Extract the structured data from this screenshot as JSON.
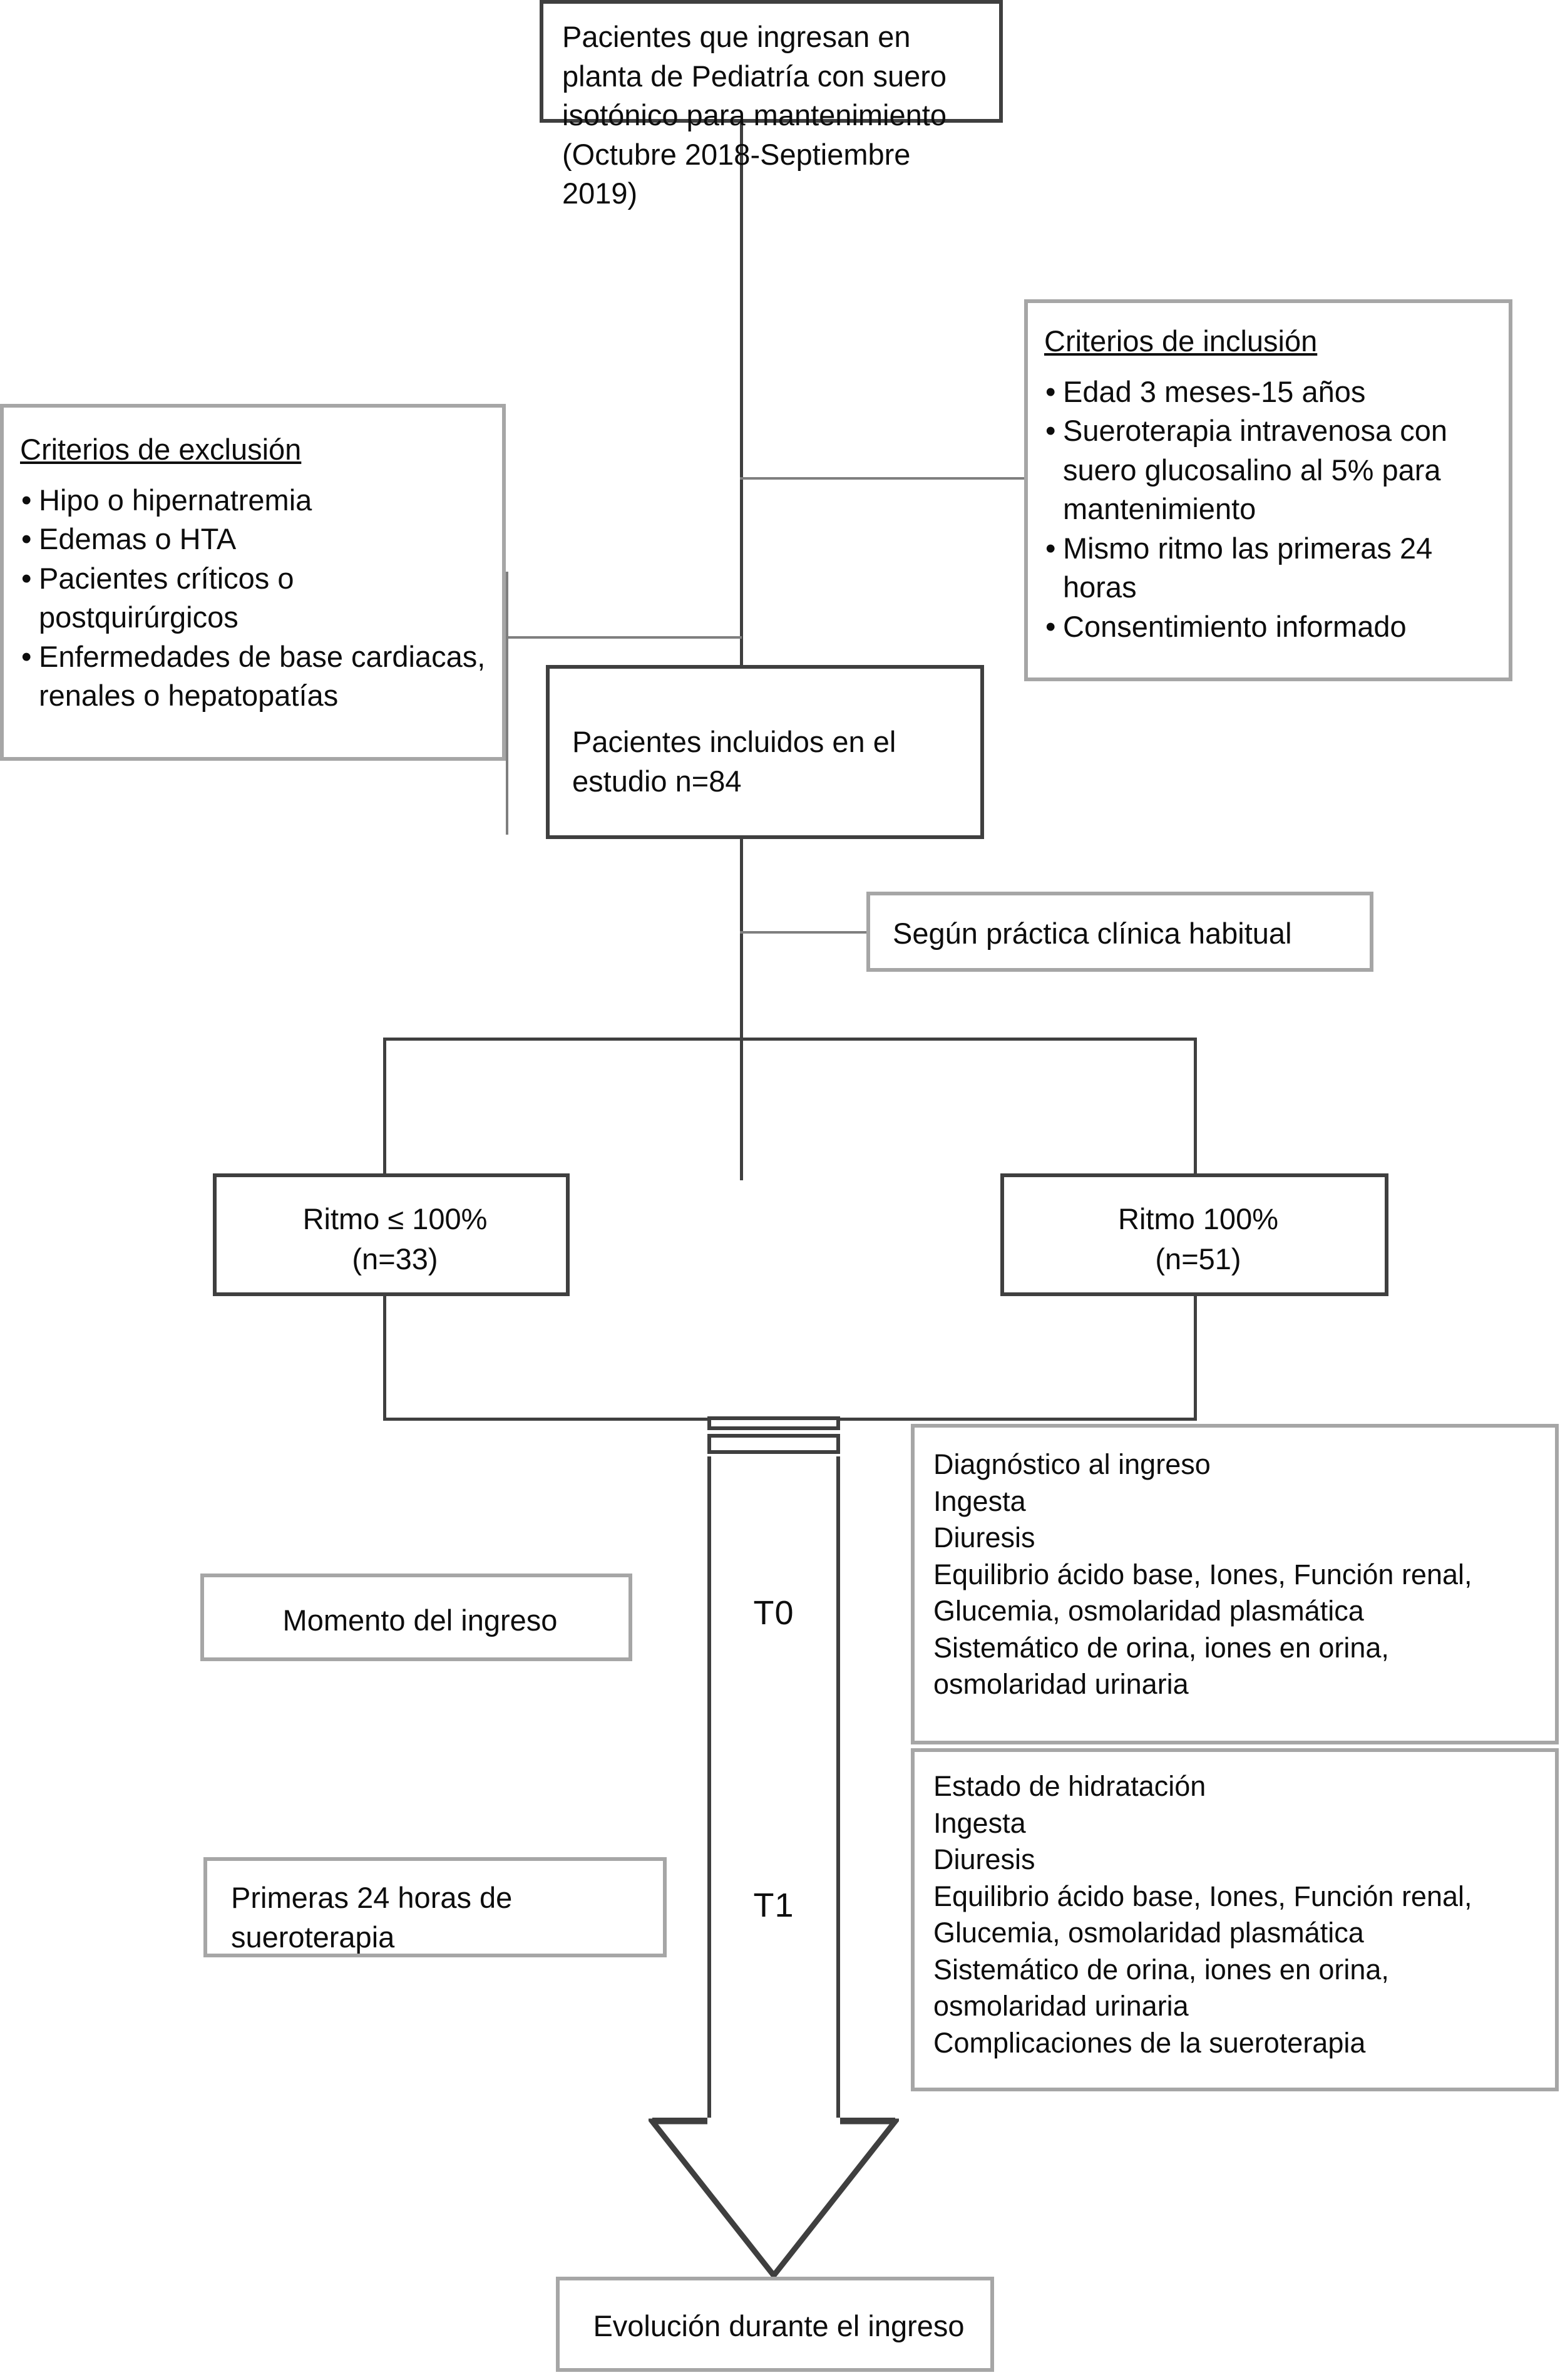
{
  "diagram": {
    "title": "Diagrama de flujo del estudio de sueroterapia isotonica en planta de Pediatria",
    "language": "es"
  },
  "nodes": {
    "source": {
      "label": "Pacientes que ingresan en planta de Pediatría con suero isotónico para mantenimiento (Octubre 2018-Septiembre 2019)"
    },
    "exclusion": {
      "heading": "Criterios de exclusión",
      "items": [
        "Hipo o hipernatremia",
        "Edemas o HTA",
        "Pacientes críticos o postquirúrgicos",
        "Enfermedades de base cardiacas, renales o hepatopatías"
      ]
    },
    "inclusion": {
      "heading": "Criterios de inclusión",
      "items": [
        "Edad 3 meses-15 años",
        "Sueroterapia intravenosa con suero glucosalino al 5% para mantenimiento",
        "Mismo ritmo las primeras 24 horas",
        "Consentimiento informado"
      ]
    },
    "included": {
      "label": "Pacientes incluidos en el estudio n=84",
      "n": 84
    },
    "practice": {
      "label": "Según práctica clínica habitual"
    },
    "arm_low": {
      "line1": "Ritmo ≤ 100%",
      "line2": "(n=33)",
      "n": 33
    },
    "arm_full": {
      "line1": "Ritmo 100%",
      "line2": "(n=51)",
      "n": 51
    },
    "t0_time": {
      "label": "Momento del ingreso"
    },
    "t1_time": {
      "label": "Primeras 24 horas de sueroterapia"
    },
    "t0_marker": {
      "label": "T0"
    },
    "t1_marker": {
      "label": "T1"
    },
    "t0_detail": {
      "items": [
        "Diagnóstico al ingreso",
        "Ingesta",
        "Diuresis",
        "Equilibrio ácido base, Iones,  Función renal, Glucemia, osmolaridad plasmática",
        "Sistemático de orina, iones en orina, osmolaridad urinaria"
      ]
    },
    "t1_detail": {
      "items": [
        "Estado de hidratación",
        "Ingesta",
        "Diuresis",
        "Equilibrio ácido base, Iones,  Función renal, Glucemia, osmolaridad plasmática",
        "Sistemático de orina, iones en orina, osmolaridad urinaria",
        "Complicaciones de la sueroterapia"
      ]
    },
    "outcome": {
      "label": "Evolución durante el ingreso"
    }
  },
  "colors": {
    "border_dark": "#3f3f3f",
    "border_grey": "#a6a6a6",
    "connector": "#595959",
    "text": "#0d0d0d",
    "background": "#ffffff"
  }
}
